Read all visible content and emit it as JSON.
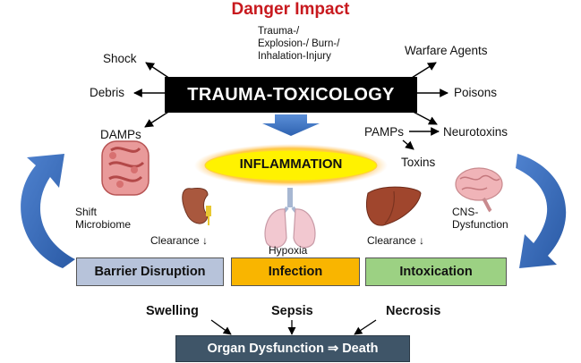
{
  "title": "Danger Impact",
  "trigger": {
    "line1": "Trauma-/",
    "line2": "Explosion-/ Burn-/",
    "line3": "Inhalation-Injury"
  },
  "core": "TRAUMA-TOXICOLOGY",
  "left_outputs": [
    "Shock",
    "Debris",
    "DAMPs"
  ],
  "right_outputs": [
    "Warfare Agents",
    "Poisons",
    "Neurotoxins"
  ],
  "pamps": {
    "label": "PAMPs",
    "toxins": "Toxins"
  },
  "inflammation": "INFLAMMATION",
  "organs": {
    "intestine_line1": "Shift",
    "intestine_line2": "Microbiome",
    "kidney_clearance": "Clearance ↓",
    "lung_label": "Hypoxia",
    "liver_clearance": "Clearance ↓",
    "brain_line1": "CNS-",
    "brain_line2": "Dysfunction"
  },
  "boxes": {
    "barrier": "Barrier Disruption",
    "infection": "Infection",
    "intoxication": "Intoxication"
  },
  "consequences": [
    "Swelling",
    "Sepsis",
    "Necrosis"
  ],
  "outcome": "Organ Dysfunction ⇒ Death",
  "colors": {
    "title": "#c8191e",
    "barrier": "#b7c3da",
    "infection": "#f9b500",
    "intoxication": "#9cd183",
    "outcome": "#3f5568",
    "cycle_arrows": "#3a6fbd",
    "inflammation_glow": "#ffe600"
  }
}
